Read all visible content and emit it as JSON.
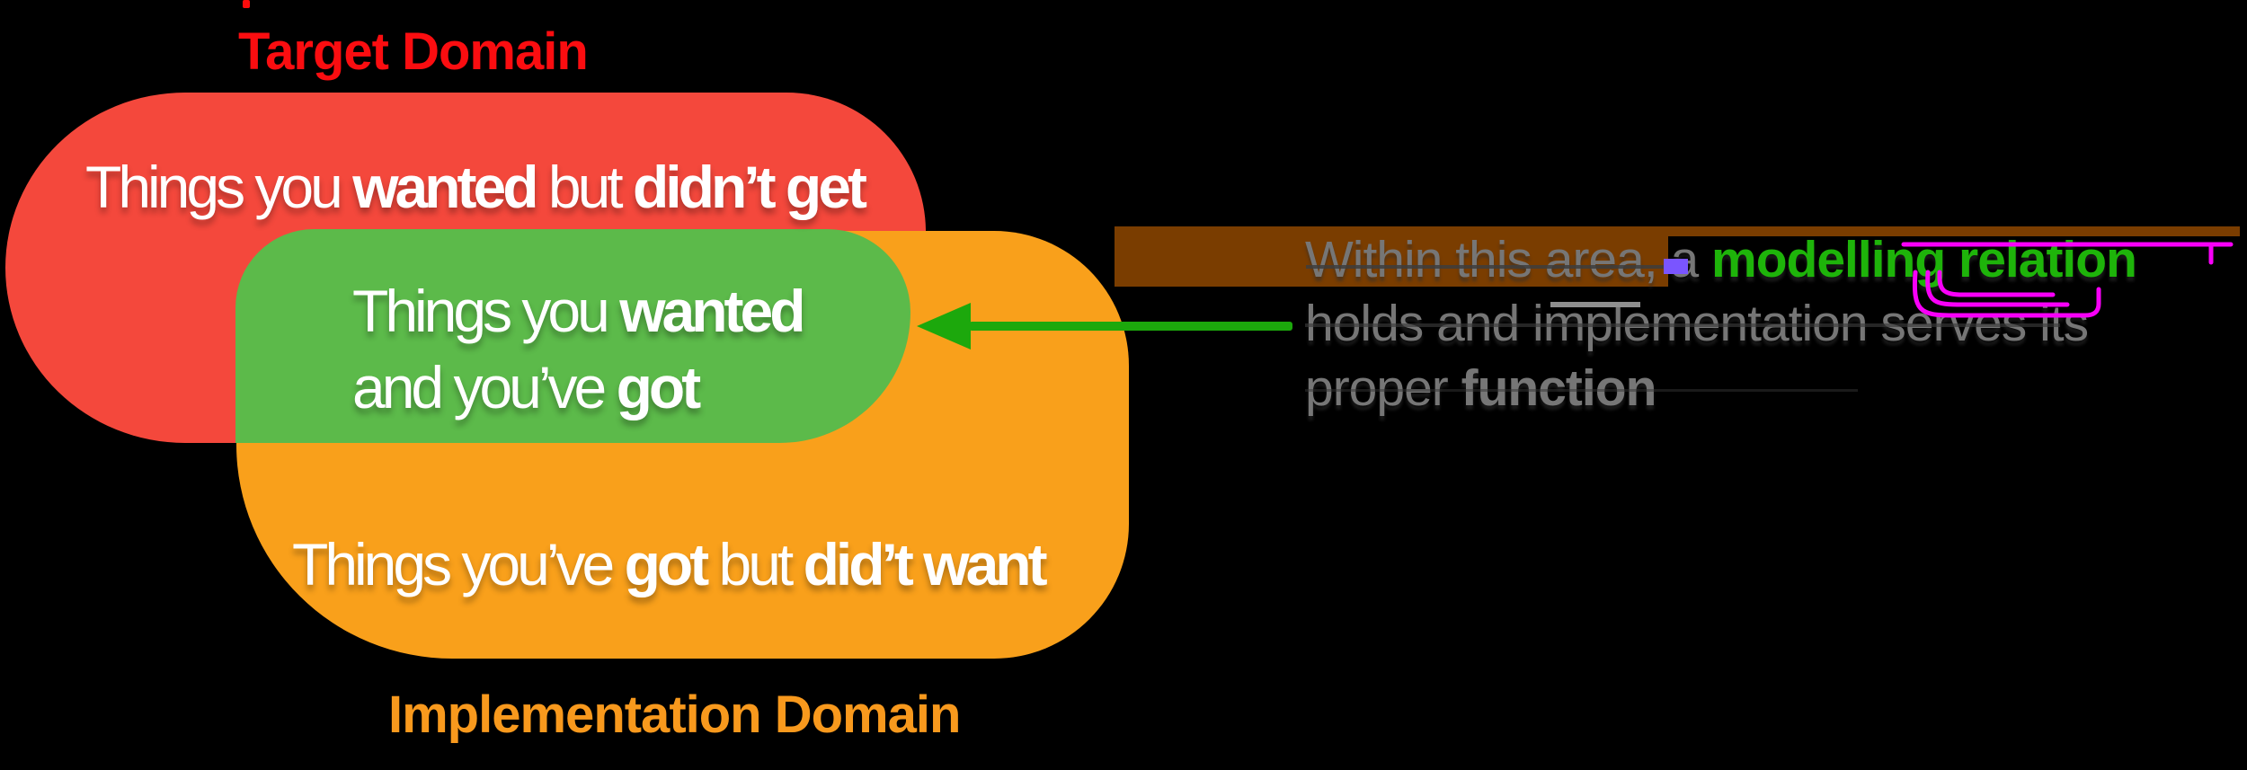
{
  "labels": {
    "target": "Target Domain",
    "implementation": "Implementation Domain"
  },
  "red_region": {
    "t1": "Things you ",
    "b1": "wanted",
    "t2": " but ",
    "b2": "didn’t get"
  },
  "green_region": {
    "line1_t1": "Things you ",
    "line1_b1": "wanted",
    "line2_t1": "and you’ve ",
    "line2_b1": "got"
  },
  "orange_region": {
    "t1": "Things you’ve ",
    "b1": "got",
    "t2": " but ",
    "b2": "did’t want"
  },
  "note": {
    "line1_t1": "Within this area, a ",
    "line1_green": "modelling relation",
    "line2": "holds and implementation serves its",
    "line3_t1": "proper ",
    "line3_b1": "function"
  },
  "colors": {
    "background": "#000000",
    "red_blob": "#f4483c",
    "green_blob": "#5cba4a",
    "orange_blob": "#f9a01b",
    "target_label": "#fb0d10",
    "implementation_label": "#f8991d",
    "body_text": "#ffffff",
    "note_gray": "#767676",
    "note_green": "#1eb40a",
    "arrow_green": "#1ca80c",
    "brown_band": "#7a3d00",
    "magenta_marks": "#f800f8",
    "purple_dash": "#7a55ff"
  }
}
